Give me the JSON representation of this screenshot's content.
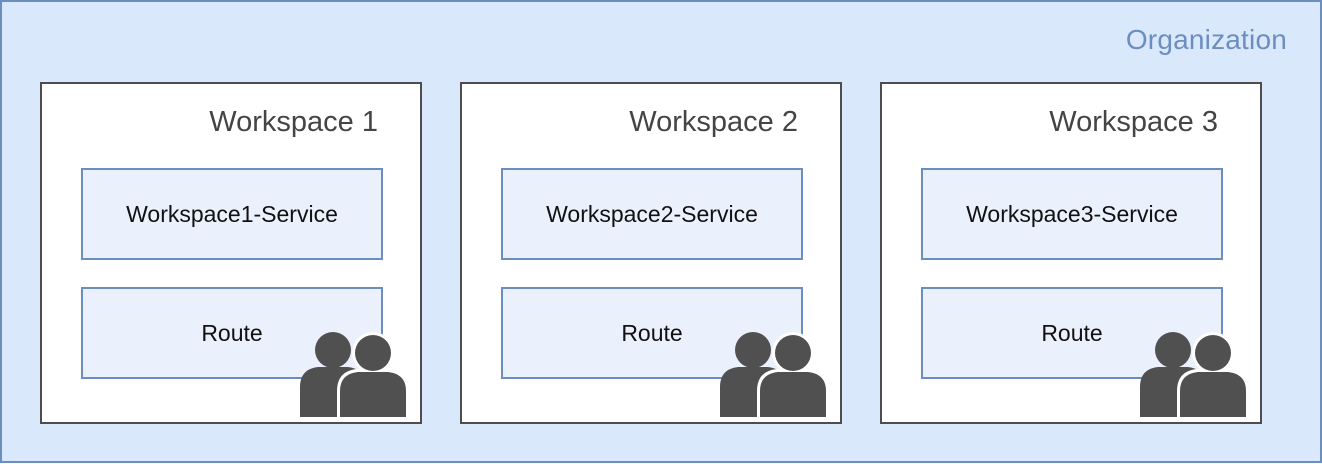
{
  "organization": {
    "label": "Organization"
  },
  "workspaces": [
    {
      "title": "Workspace 1",
      "service_label": "Workspace1-Service",
      "route_label": "Route",
      "icon": "users-icon"
    },
    {
      "title": "Workspace 2",
      "service_label": "Workspace2-Service",
      "route_label": "Route",
      "icon": "users-icon"
    },
    {
      "title": "Workspace 3",
      "service_label": "Workspace3-Service",
      "route_label": "Route",
      "icon": "users-icon"
    }
  ],
  "colors": {
    "org_fill": "#dae8fc",
    "org_stroke": "#6c8ebf",
    "box_fill": "#ebf1fc",
    "icon": "#505050"
  }
}
